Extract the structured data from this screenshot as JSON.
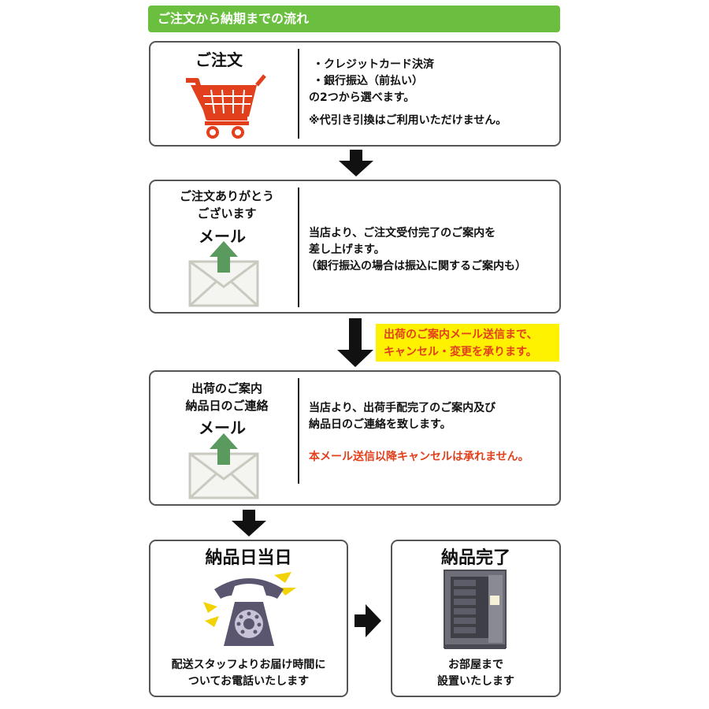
{
  "header": {
    "title": "ご注文から納期までの流れ"
  },
  "step1": {
    "title": "ご注文",
    "icon": "shopping-cart-icon",
    "lines": [
      "・クレジットカード決済",
      "・銀行振込（前払い）",
      "の2つから選べます。",
      "※代引き引換はご利用いただけません。"
    ]
  },
  "step2": {
    "title_lines": [
      "ご注文ありがとう",
      "ございます"
    ],
    "subtitle": "メール",
    "icon": "mail-upload-icon",
    "lines": [
      "当店より、ご注文受付完了のご案内を",
      "差し上げます。",
      "（銀行振込の場合は振込に関するご案内も）"
    ]
  },
  "notice": {
    "lines": [
      "出荷のご案内メール送信まで、",
      "キャンセル・変更を承ります。"
    ]
  },
  "step3": {
    "title_lines": [
      "出荷のご案内",
      "納品日のご連絡"
    ],
    "subtitle": "メール",
    "icon": "mail-upload-icon",
    "lines": [
      "当店より、出荷手配完了のご案内及び",
      "納品日のご連絡を致します。"
    ],
    "warning": "本メール送信以降キャンセルは承れません。"
  },
  "step4": {
    "title": "納品日当日",
    "icon": "telephone-ringing-icon",
    "lines": [
      "配送スタッフよりお届け時間に",
      "ついてお電話いたします"
    ]
  },
  "step5": {
    "title": "納品完了",
    "icon": "safe-icon",
    "lines": [
      "お部屋まで",
      "設置いたします"
    ]
  },
  "colors": {
    "header": "#6bbf3f",
    "accent_red": "#e2401c",
    "notice_bg": "#fff200",
    "arrow": "#111111",
    "mail_arrow": "#5a9a5e"
  }
}
